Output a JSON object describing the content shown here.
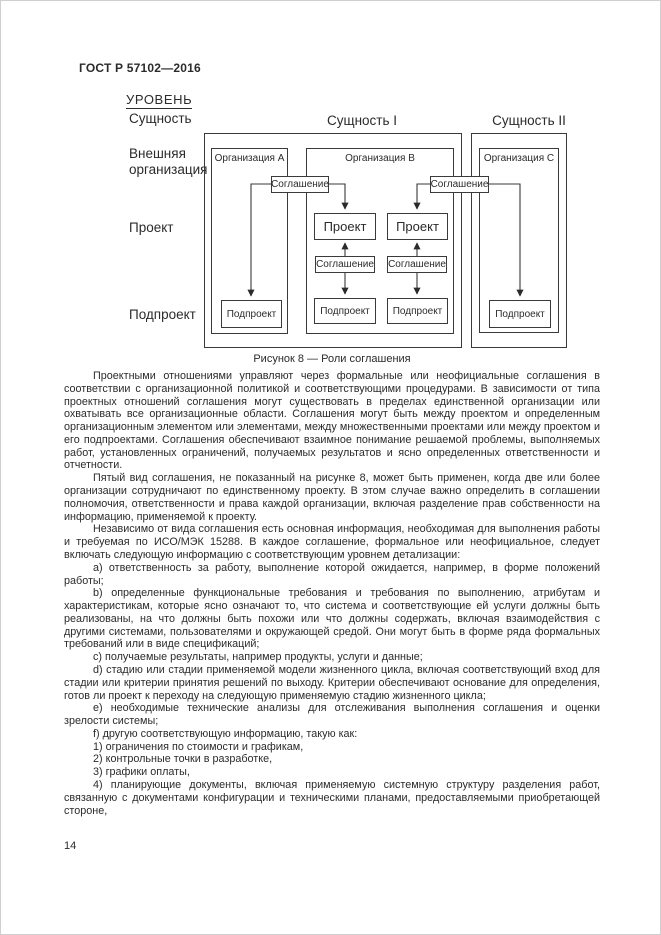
{
  "page": {
    "header_title": "ГОСТ Р 57102—2016",
    "page_number": "14"
  },
  "figure": {
    "caption": "Рисунок 8 — Роли соглашения",
    "level_axis_label": "УРОВЕНЬ",
    "row_labels": {
      "entity": "Сущность",
      "external_org": "Внешняя организация",
      "project": "Проект",
      "subproject": "Подпроект"
    },
    "entity_headers": {
      "entity_1": "Сущность I",
      "entity_2": "Сущность II"
    },
    "nodes": {
      "org_a": "Организация A",
      "org_b": "Организация B",
      "org_c": "Организация C",
      "agreement": "Соглашение",
      "project": "Проект",
      "subproject": "Подпроект"
    }
  },
  "body": {
    "paragraphs": [
      "Проектными отношениями управляют через формальные или неофициальные соглашения в соответствии с организационной политикой и соответствующими процедурами. В зависимости от типа проектных отношений соглашения могут существовать в пределах единственной организации или охватывать все организационные области. Соглашения могут быть между проектом и определенным организационным элементом или элементами, между множественными проектами или между проектом и его подпроектами. Соглашения обеспечивают взаимное понимание решаемой проблемы, выполняемых работ, установленных ограничений, получаемых результатов и ясно определенных ответственности и отчетности.",
      "Пятый вид соглашения, не показанный на рисунке 8, может быть применен, когда две или более организации сотрудничают по единственному проекту. В этом случае важно определить в соглашении полномочия, ответственности и права каждой организации, включая разделение прав собственности на информацию, применяемой к проекту.",
      "Независимо от вида соглашения есть основная информация, необходимая для выполнения работы и требуемая по ИСО/МЭК 15288. В каждое соглашение, формальное или неофициальное, следует включать следующую информацию с соответствующим уровнем детализации:",
      "a) ответственность за работу, выполнение которой ожидается, например, в форме положений работы;",
      "b) определенные функциональные требования и требования по выполнению, атрибутам и характеристикам, которые ясно означают то, что система и соответствующие ей услуги должны быть реализованы, на что должны быть похожи или что должны содержать, включая взаимодействия с другими системами, пользователями и окружающей средой. Они могут быть в форме ряда формальных требований или в виде спецификаций;",
      "c) получаемые результаты, например продукты, услуги и данные;",
      "d) стадию или стадии применяемой модели жизненного цикла, включая соответствующий вход для стадии или критерии принятия решений по выходу. Критерии обеспечивают основание для определения, готов ли проект к переходу на следующую применяемую стадию жизненного цикла;",
      "e) необходимые технические анализы для отслеживания выполнения соглашения и оценки зрелости системы;",
      "f) другую соответствующую информацию, такую как:",
      "1) ограничения по стоимости и графикам,",
      "2) контрольные точки в разработке,",
      "3) графики оплаты,",
      "4) планирующие документы, включая применяемую системную структуру разделения работ, связанную с документами конфигурации и техническими планами, предоставляемыми приобретающей стороне,"
    ]
  },
  "colors": {
    "text": "#2b2b2b",
    "line": "#3a3a3a",
    "background": "#ffffff"
  }
}
